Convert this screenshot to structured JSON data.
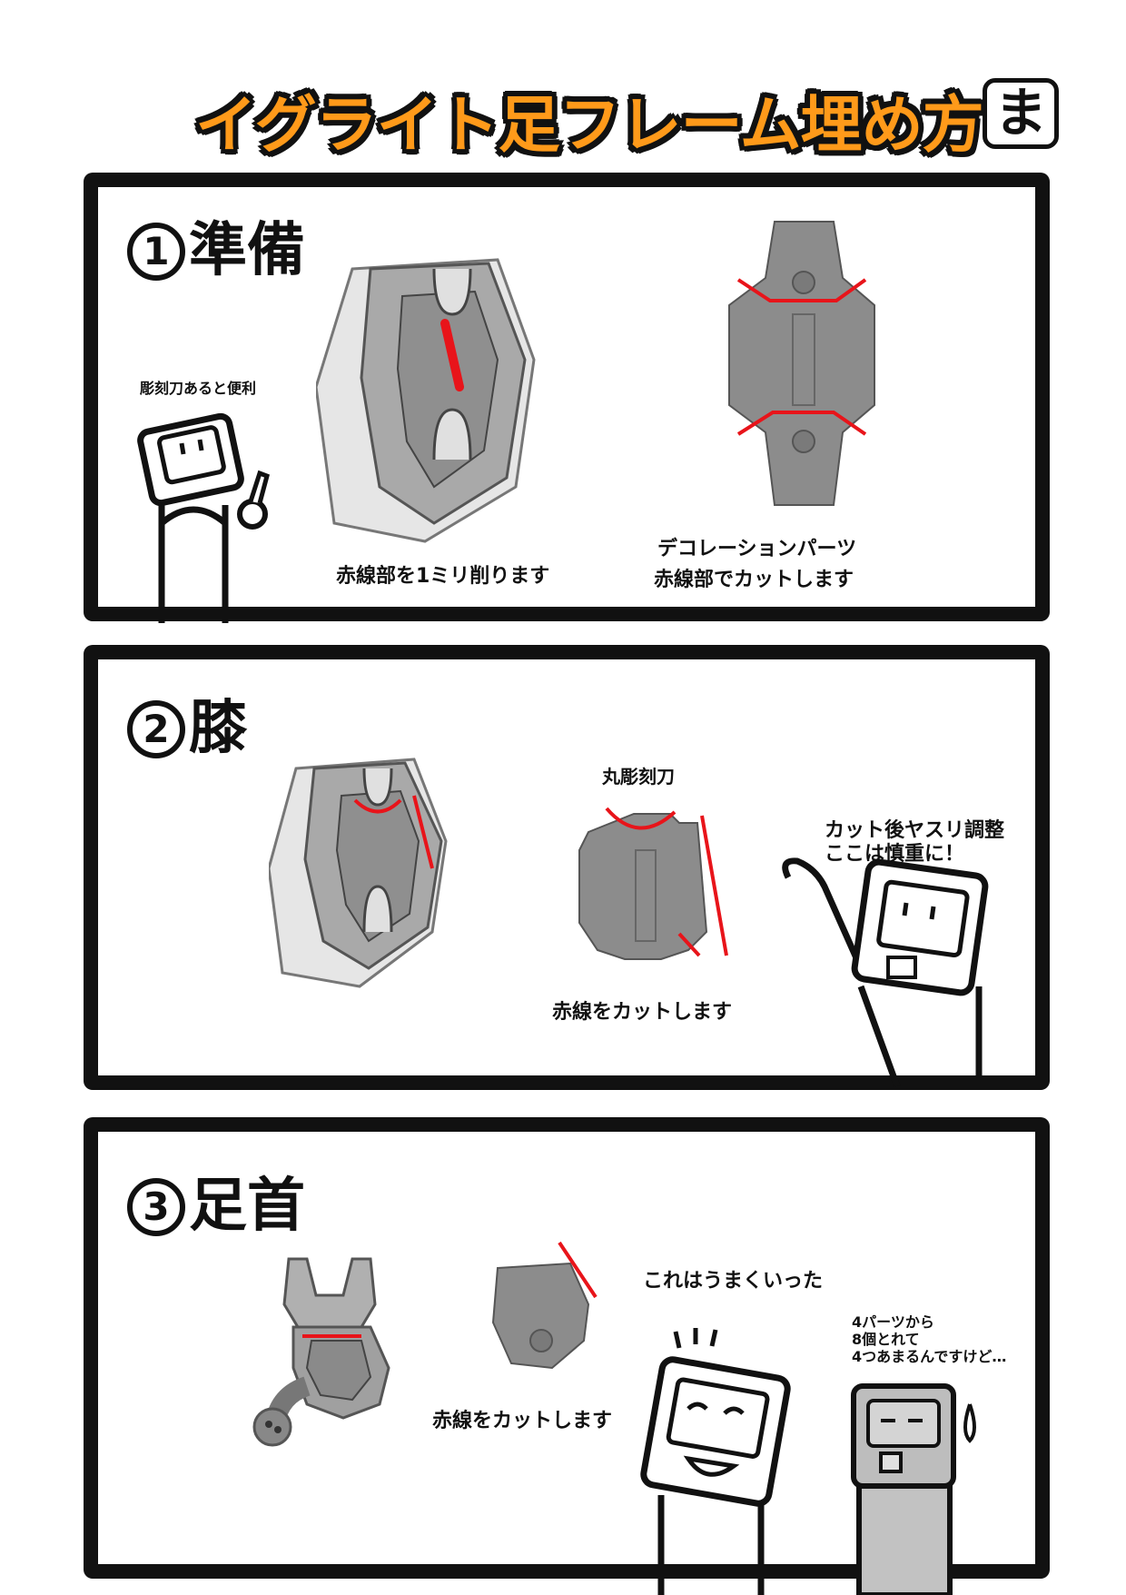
{
  "page": {
    "title": "イグライト足フレーム埋め方",
    "logo": "ま"
  },
  "panel1": {
    "number": "1",
    "heading": "準備",
    "speech": "彫刻刀あると便利",
    "caption_left": "赤線部を1ミリ削ります",
    "caption_right_line1": "デコレーションパーツ",
    "caption_right_line2": "赤線部でカットします"
  },
  "panel2": {
    "number": "2",
    "heading": "膝",
    "tool_label": "丸彫刻刀",
    "caption": "赤線をカットします",
    "speech_line1": "カット後ヤスリ調整",
    "speech_line2": "ここは慎重に！"
  },
  "panel3": {
    "number": "3",
    "heading": "足首",
    "caption": "赤線をカットします",
    "speech_left": "これはうまくいった",
    "speech_right_line1": "4パーツから",
    "speech_right_line2": "8個とれて",
    "speech_right_line3": "4つあまるんですけど…"
  },
  "colors": {
    "accent": "#ff9a1a",
    "cut_line": "#e8141a",
    "part_gray": "#8c8c8c",
    "outline": "#111111"
  }
}
